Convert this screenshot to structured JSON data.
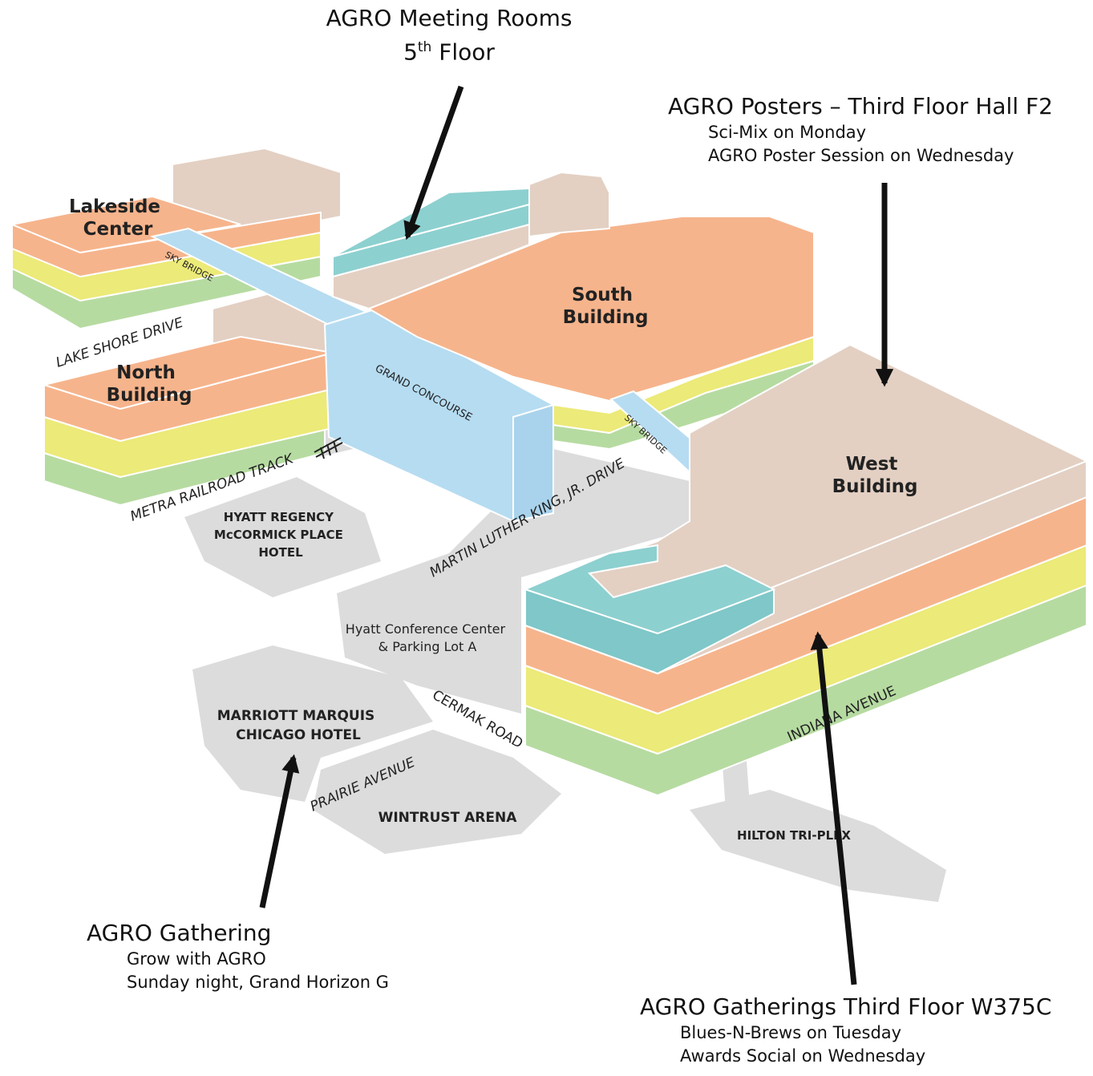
{
  "callouts": {
    "meeting_rooms": {
      "title": "AGRO Meeting Rooms",
      "floor_number": "5",
      "floor_suffix": "th",
      "floor_word": "Floor"
    },
    "posters": {
      "title": "AGRO Posters – Third Floor Hall F2",
      "lines": [
        "Sci-Mix on Monday",
        "AGRO Poster Session on Wednesday"
      ]
    },
    "gathering": {
      "title": "AGRO Gathering",
      "lines": [
        "Grow with AGRO",
        "Sunday night, Grand Horizon G"
      ]
    },
    "gatherings_w375c": {
      "title": "AGRO Gatherings Third Floor W375C",
      "lines": [
        "Blues-N-Brews on Tuesday",
        "Awards Social on Wednesday"
      ]
    }
  },
  "buildings": {
    "lakeside": [
      "Lakeside",
      "Center"
    ],
    "north": [
      "North",
      "Building"
    ],
    "south": [
      "South",
      "Building"
    ],
    "west": [
      "West",
      "Building"
    ],
    "grand_concourse": "GRAND CONCOURSE",
    "sky_bridge_1": "SKY BRIDGE",
    "sky_bridge_2": "SKY BRIDGE"
  },
  "places": {
    "hyatt_regency": [
      "HYATT REGENCY",
      "McCORMICK PLACE",
      "HOTEL"
    ],
    "hyatt_conference": [
      "Hyatt Conference Center",
      "& Parking Lot A"
    ],
    "marriott": [
      "MARRIOTT MARQUIS",
      "CHICAGO HOTEL"
    ],
    "wintrust": "WINTRUST ARENA",
    "hilton": "HILTON TRI-PLEX"
  },
  "roads": {
    "lake_shore": "LAKE SHORE DRIVE",
    "metra": "METRA RAILROAD TRACK",
    "mlk": "MARTIN LUTHER KING, JR. DRIVE",
    "cermak": "CERMAK ROAD",
    "prairie": "PRAIRIE AVENUE",
    "indiana": "INDIANA AVENUE"
  },
  "colors": {
    "floor_orange": "#f6b48c",
    "floor_yellow": "#ecea78",
    "floor_green": "#b6dba1",
    "roof_tan": "#e3d0c3",
    "teal": "#8dd0d0",
    "bridge_blue": "#b6dcf1",
    "ground_gray": "#dcdcdc",
    "arrow": "#111111"
  }
}
